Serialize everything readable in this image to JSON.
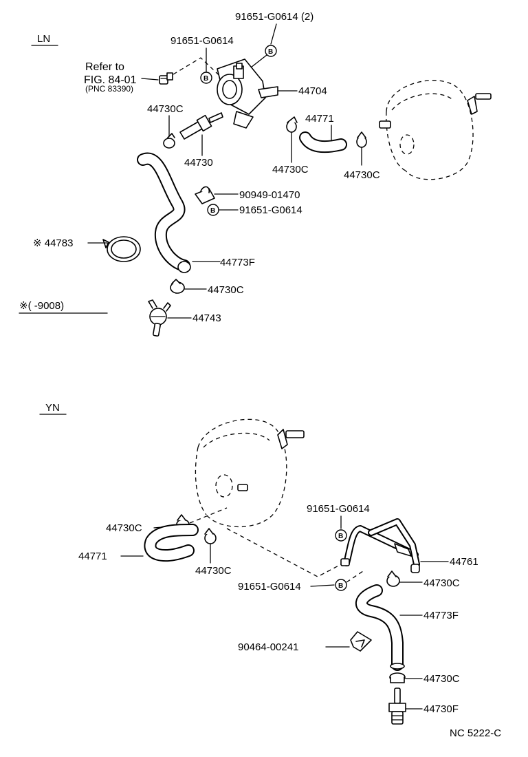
{
  "sections": {
    "ln": {
      "title": "LN",
      "refer_text": "Refer to",
      "refer_fig": "FIG. 84-01",
      "refer_pnc": "(PNC 83390)",
      "note": "※(      -9008)",
      "labels": {
        "bolt_top_2": "91651-G0614 (2)",
        "bolt_top": "91651-G0614",
        "bracket": "44704",
        "clamp_upper_left": "44730C",
        "check_valve": "44730",
        "hose_short": "44771",
        "clamp_hose_left": "44730C",
        "clamp_hose_right": "44730C",
        "clip": "90949-01470",
        "bolt_clip": "91651-G0614",
        "band_clamp": "※ 44783",
        "hose_long": "44773F",
        "clamp_bottom": "44730C",
        "union": "44743"
      }
    },
    "yn": {
      "title": "YN",
      "labels": {
        "clamp_left": "44730C",
        "hose_short": "44771",
        "clamp_mid": "44730C",
        "bolt_upper": "91651-G0614",
        "pipe": "44761",
        "bolt_lower": "91651-G0614",
        "clamp_right": "44730C",
        "hose_long": "44773F",
        "clip": "90464-00241",
        "clamp_bottom": "44730C",
        "union": "44730F"
      }
    }
  },
  "badge_letter": "B",
  "footer_code": "NC 5222-C"
}
